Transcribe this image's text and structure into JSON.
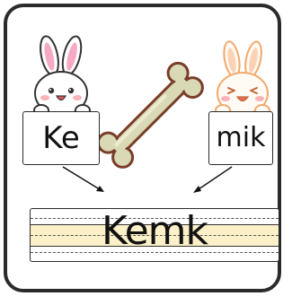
{
  "syllables": {
    "first": "Ke",
    "second": "mik"
  },
  "word": "Kemk",
  "icons": {
    "left": "bunny-icon",
    "right": "bunny-laughing-icon",
    "center": "bone-icon"
  },
  "colors": {
    "frame": "#2b2b2b",
    "writing_band": "#fbf0c8",
    "bone_fill": "#d9d9b5",
    "bone_outline": "#7a3d2a",
    "bunny_left_outline": "#333333",
    "bunny_right_outline": "#f2a96c",
    "ear_inner": "#f6a9c4",
    "cheek": "#f7b3b8"
  }
}
